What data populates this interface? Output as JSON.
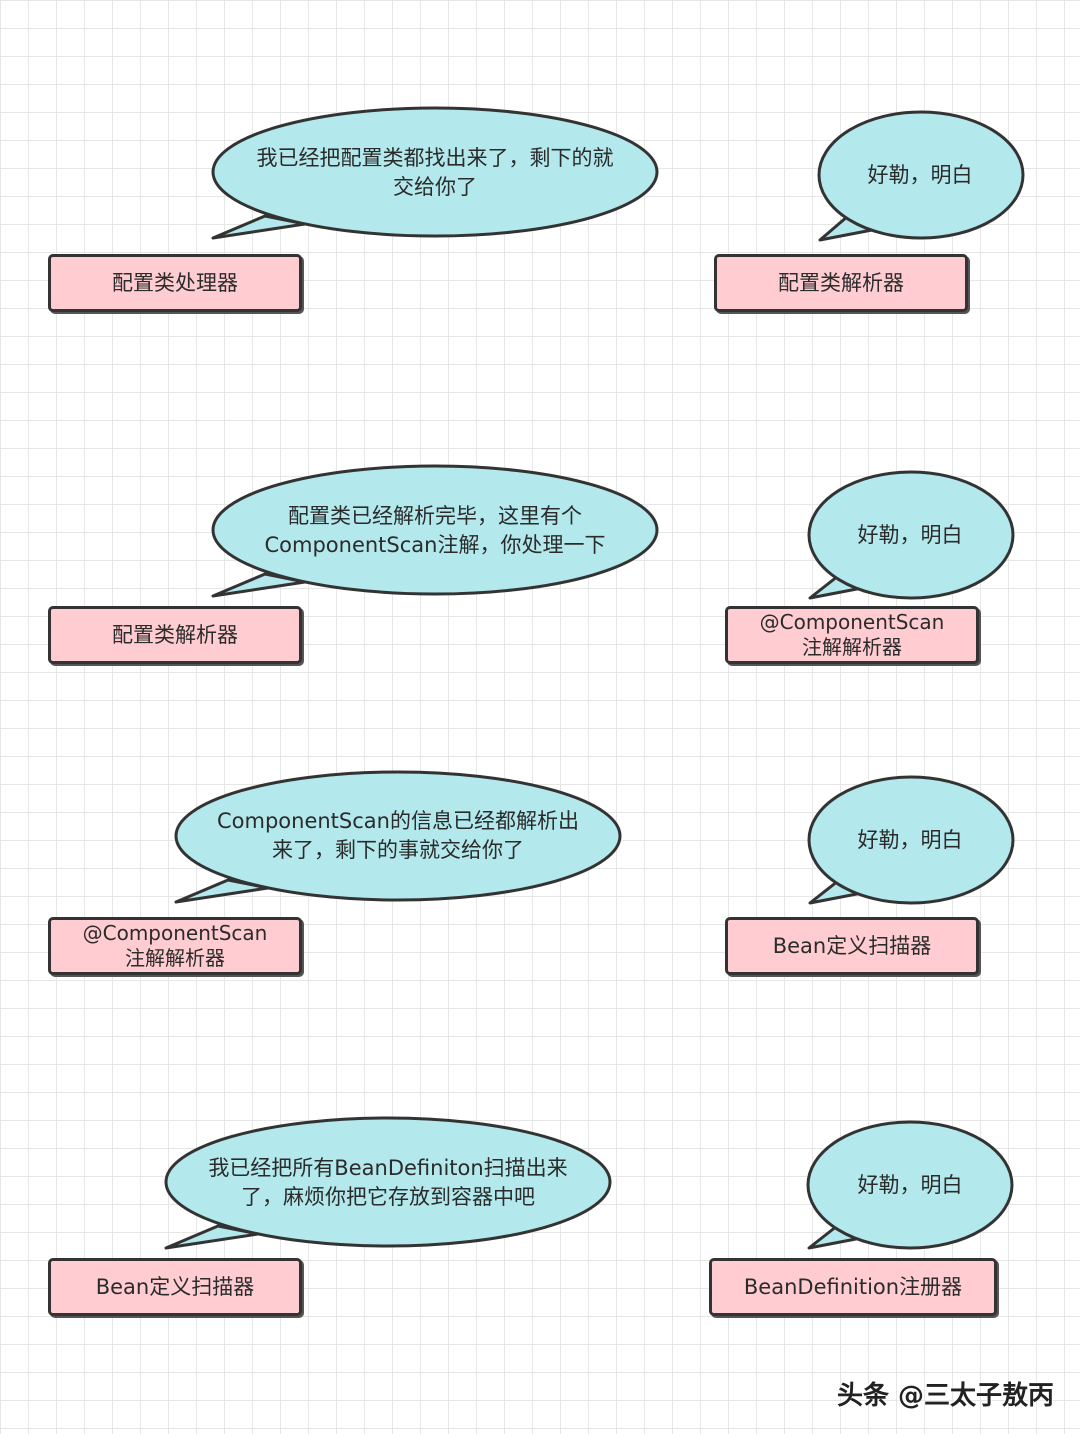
{
  "rows": [
    {
      "left_bubble": "我已经把配置类都找出来了，剩下的就\n交给你了",
      "left_box": "配置类处理器",
      "right_bubble": "好勒，明白",
      "right_box": "配置类解析器"
    },
    {
      "left_bubble": "配置类已经解析完毕，这里有个\nComponentScan注解，你处理一下",
      "left_box": "配置类解析器",
      "right_bubble": "好勒，明白",
      "right_box": "@ComponentScan\n注解解析器"
    },
    {
      "left_bubble": "ComponentScan的信息已经都解析出\n来了，剩下的事就交给你了",
      "left_box": "@ComponentScan\n注解解析器",
      "right_bubble": "好勒，明白",
      "right_box": "Bean定义扫描器"
    },
    {
      "left_bubble": "我已经把所有BeanDefiniton扫描出来\n了，麻烦你把它存放到容器中吧",
      "left_box": "Bean定义扫描器",
      "right_bubble": "好勒，明白",
      "right_box": "BeanDefinition注册器"
    }
  ],
  "watermark": "头条 @三太子敖丙",
  "colors": {
    "bubble_fill": "#b3e8ec",
    "box_fill": "#ffccd1",
    "outline": "#333333"
  }
}
